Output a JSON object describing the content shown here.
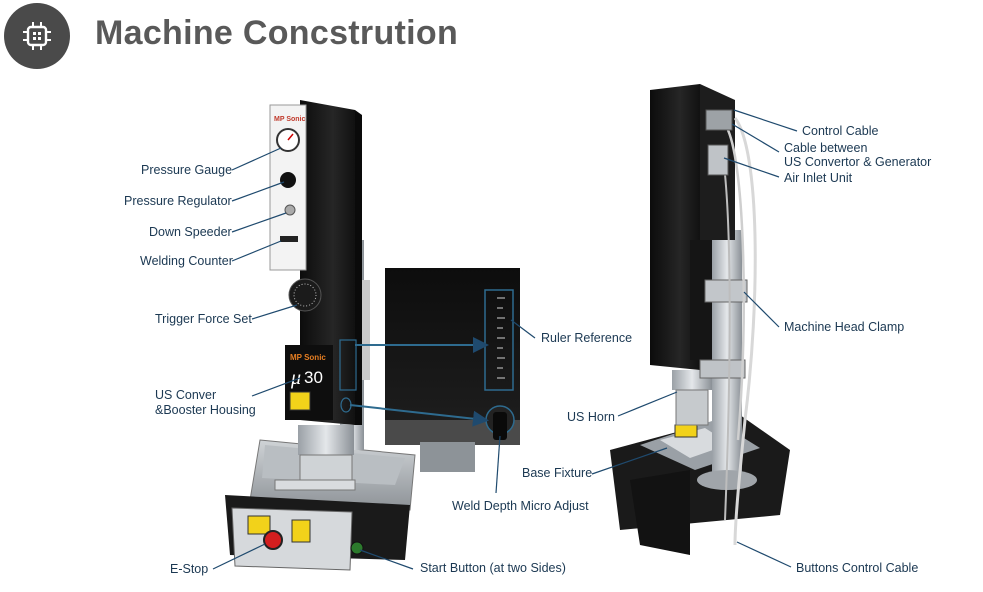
{
  "header": {
    "title": "Machine Concstrution",
    "badge_icon": "chip-icon"
  },
  "colors": {
    "badge_bg": "#4a4a4a",
    "title_text": "#595959",
    "callout_text": "#1b3852",
    "leader_line": "#1f4a6e",
    "zoom_frame": "#2e6b8f"
  },
  "left_labels": {
    "pressure_gauge": "Pressure Gauge",
    "pressure_regulator": "Pressure Regulator",
    "down_speeder": "Down Speeder",
    "welding_counter": "Welding Counter",
    "trigger_force_set": "Trigger Force Set",
    "us_conver_line1": "US Conver",
    "us_conver_line2": "&Booster Housing",
    "e_stop": "E-Stop",
    "start_button": "Start Button (at two Sides)"
  },
  "center_labels": {
    "ruler_reference": "Ruler Reference",
    "weld_depth": "Weld Depth Micro Adjust"
  },
  "right_labels": {
    "control_cable": "Control Cable",
    "cable_between_line1": "Cable between",
    "cable_between_line2": "US Convertor & Generator",
    "air_inlet_unit": "Air Inlet Unit",
    "machine_head_clamp": "Machine Head Clamp",
    "us_horn": "US Horn",
    "base_fixture": "Base Fixture",
    "buttons_control_cable": "Buttons Control Cable"
  },
  "machine_print": {
    "brand": "MP Sonic",
    "model_mu": "μ",
    "model_num": "30",
    "brand_small": "MP Sonic"
  }
}
